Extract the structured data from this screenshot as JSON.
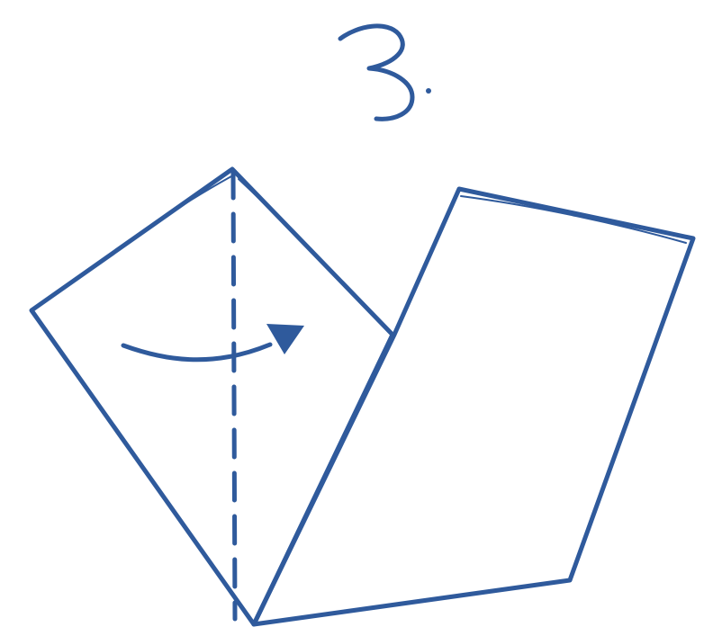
{
  "step": {
    "number_label": "3."
  },
  "colors": {
    "ink": "#2f5a9c",
    "paper": "#ffffff"
  },
  "diagram": {
    "kind": "paper folding step",
    "elements": [
      "left-square-panel",
      "right-square-panel",
      "dashed-fold-line",
      "curved-fold-arrow"
    ]
  }
}
